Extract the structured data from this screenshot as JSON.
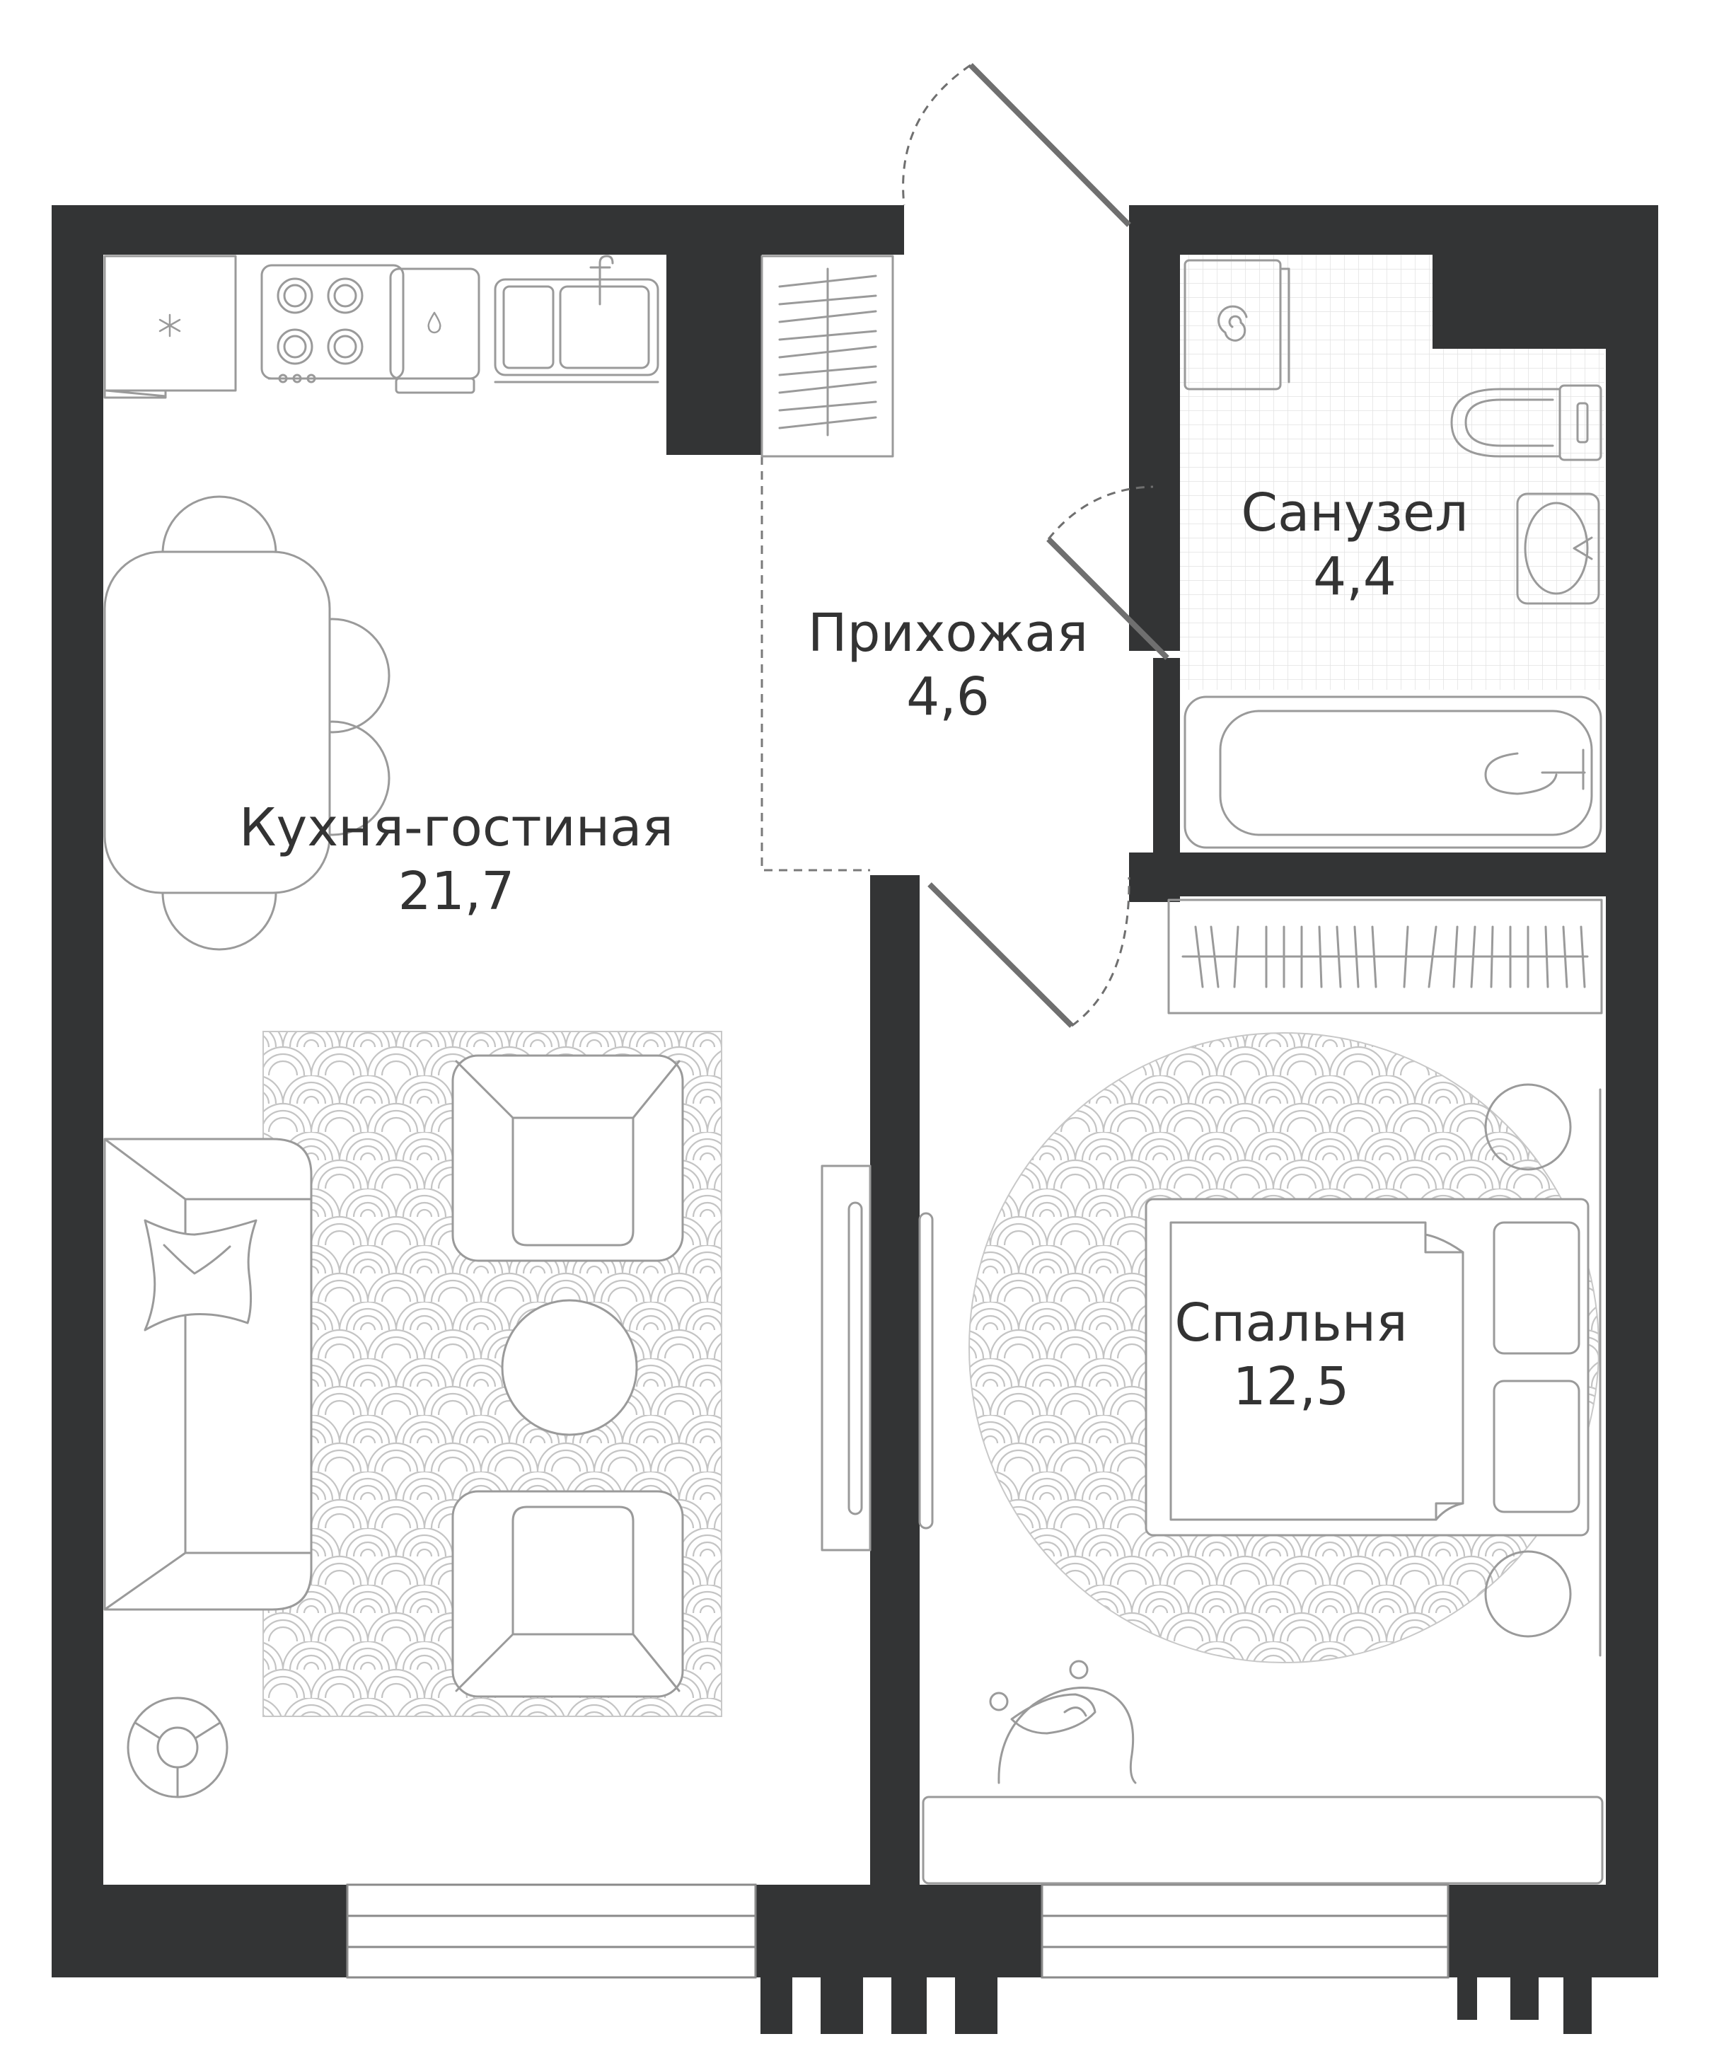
{
  "colors": {
    "wall": "#333435",
    "furniture_line": "#9a9a9a",
    "pattern_line": "#c4c4c4",
    "tile_grid": "#e4e4e4",
    "door": "#6f6f6f",
    "label_text": "#333333",
    "background": "#ffffff"
  },
  "rooms": {
    "kitchen_living": {
      "name": "Кухня-гостиная",
      "area": "21,7"
    },
    "hallway": {
      "name": "Прихожая",
      "area": "4,6"
    },
    "bathroom": {
      "name": "Санузел",
      "area": "4,4"
    },
    "bedroom": {
      "name": "Спальня",
      "area": "12,5"
    }
  },
  "icons": {
    "fridge": "snowflake-icon",
    "dishwasher": "water-drop-icon",
    "washer": "spiral-icon",
    "plant": "plant-icon"
  }
}
